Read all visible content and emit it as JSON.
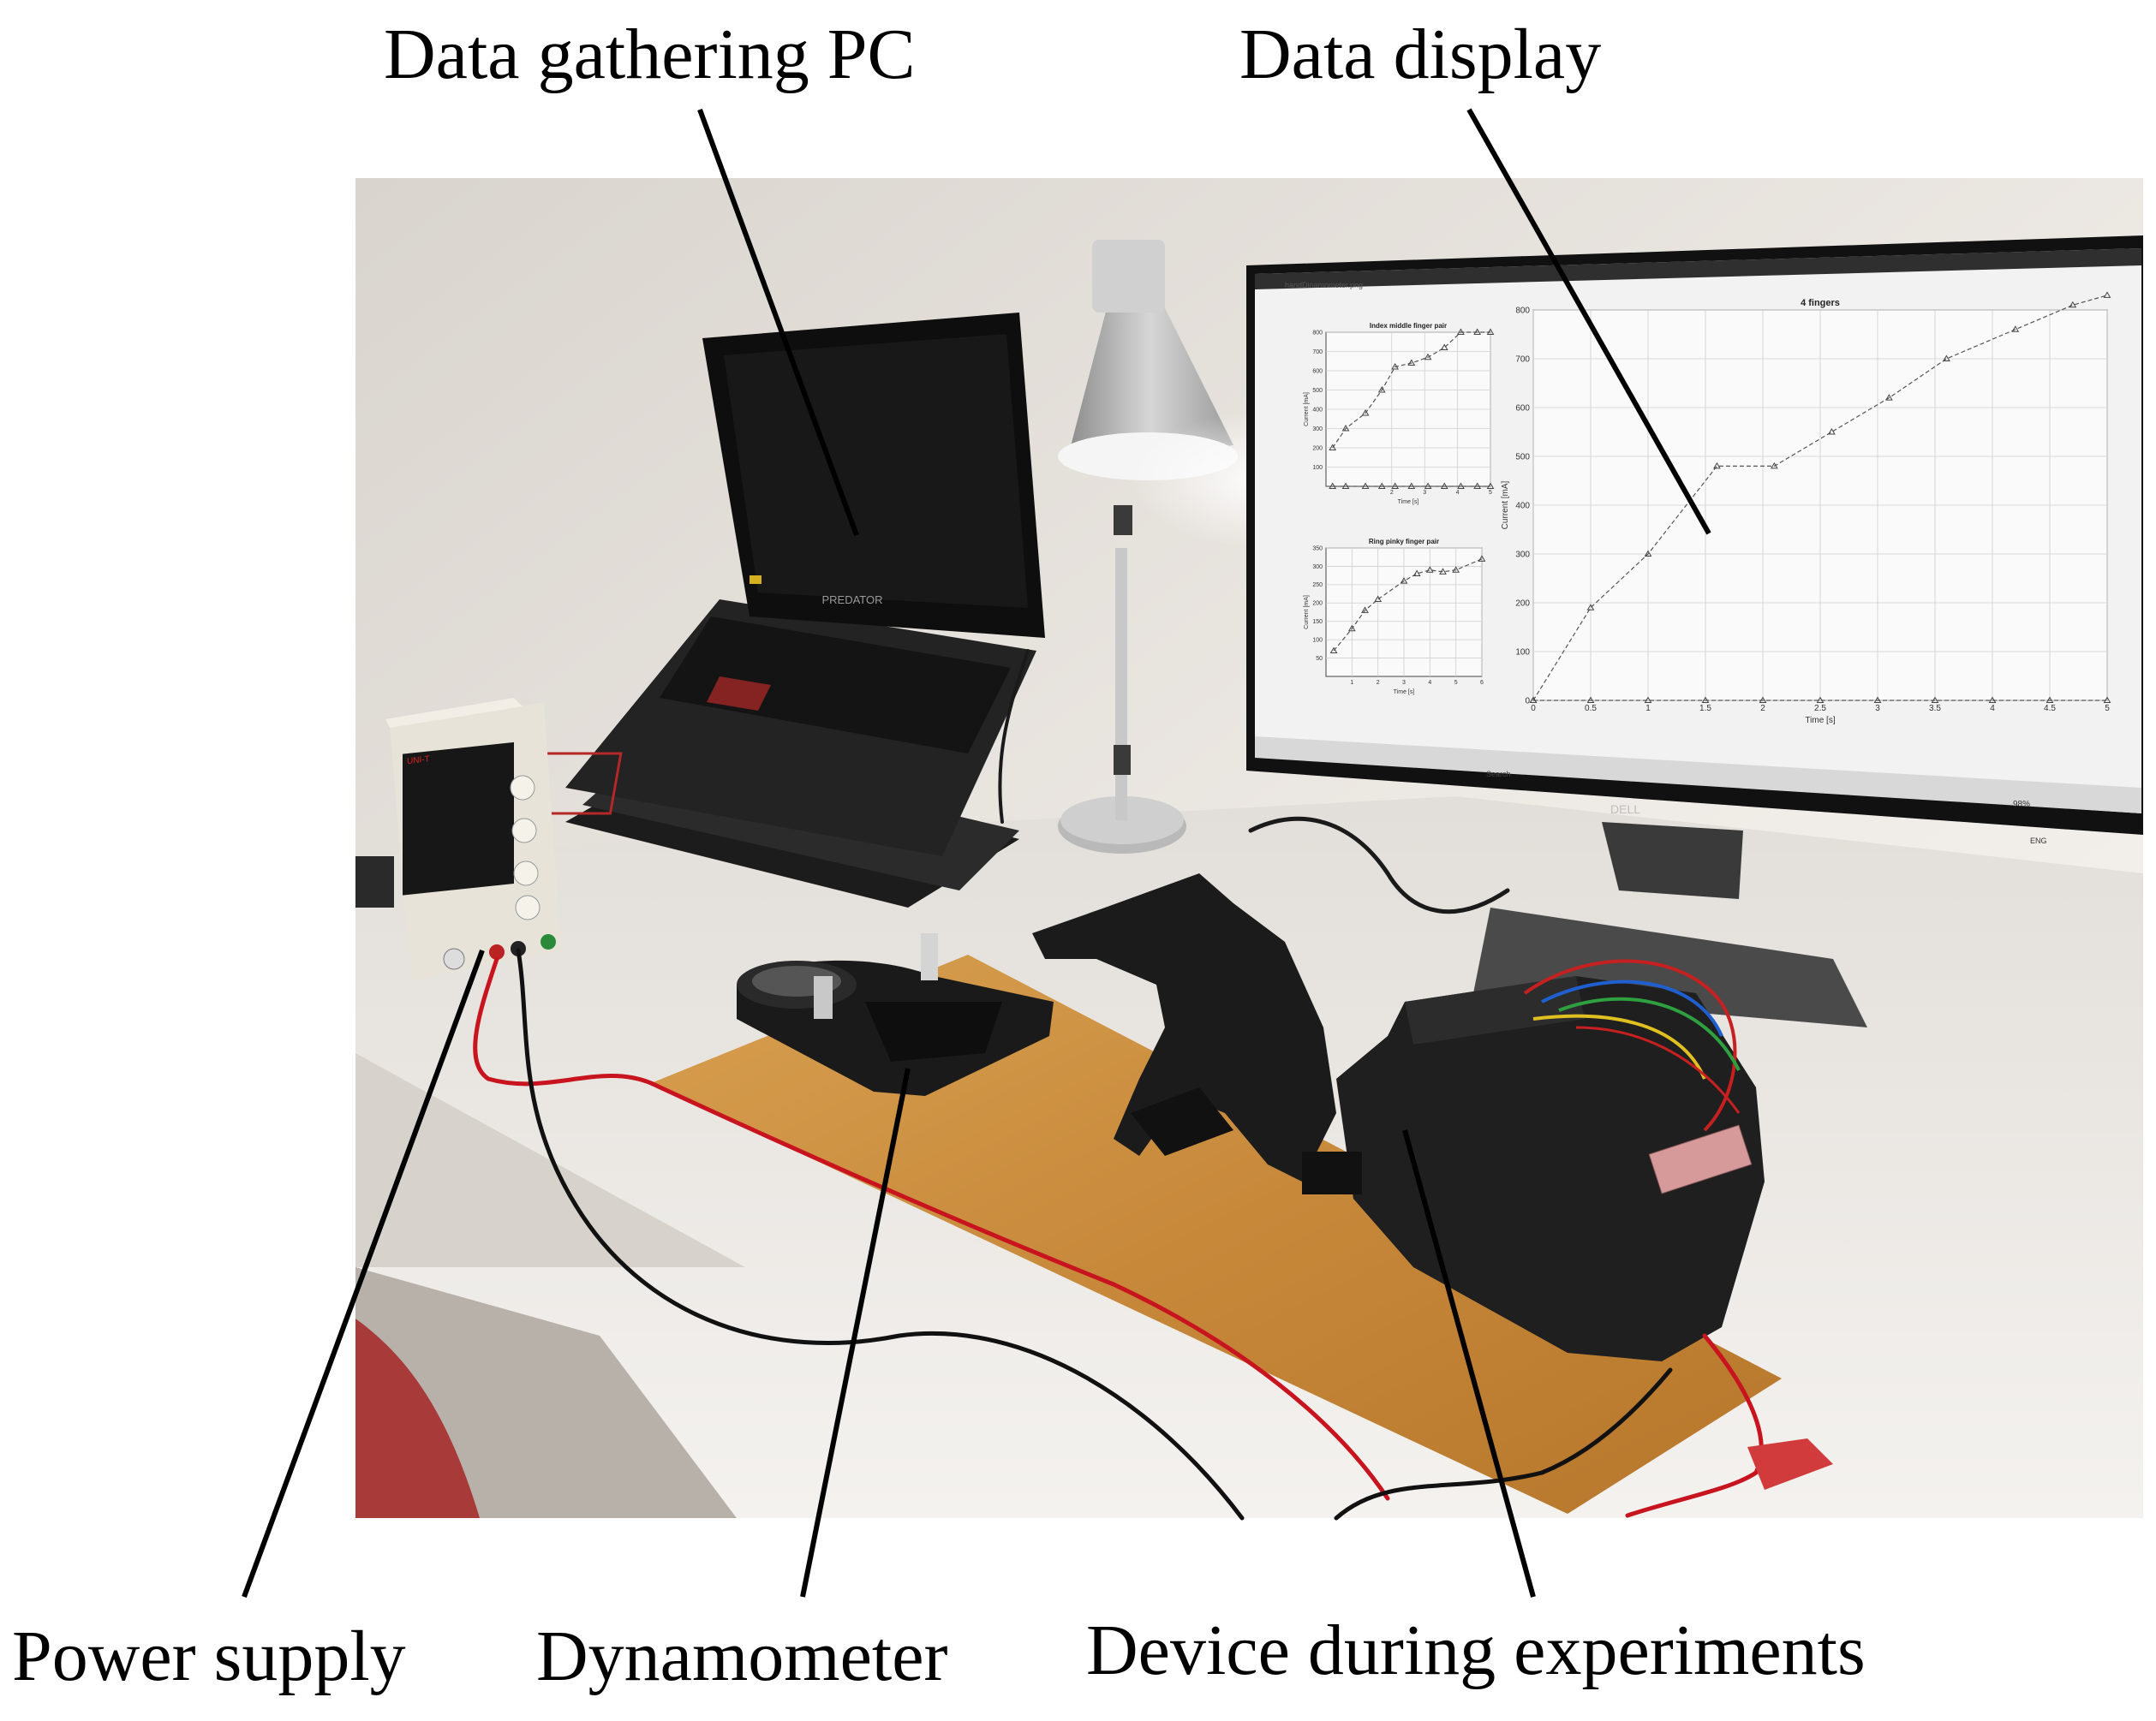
{
  "labels": {
    "pc": "Data gathering PC",
    "display": "Data display",
    "power": "Power supply",
    "dynamometer": "Dynamometer",
    "device": "Device during experiments"
  },
  "screen": {
    "file_name": "handDinamometer.png",
    "main_chart_title": "4 fingers",
    "main_xlabel": "Time [s]",
    "main_ylabel": "Current [mA]",
    "top_small_title": "Index middle finger pair",
    "bottom_small_title": "Ring pinky finger pair",
    "small_xlabel": "Time [s]",
    "small_ylabel": "Current [mA]",
    "zoom": "98%",
    "language": "ENG",
    "search": "Search",
    "brand": "DELL"
  },
  "laptop_brand": "PREDATOR",
  "psu_brand": "UNI-T",
  "colors": {
    "wire_red": "#c8141e",
    "wire_black": "#111111",
    "board": "#c98a3a",
    "desk": "#e9e6e1",
    "wall": "#efeae4"
  },
  "chart_data": [
    {
      "type": "line",
      "title": "4 fingers",
      "xlabel": "Time [s]",
      "ylabel": "Current [mA]",
      "xlim": [
        0,
        5
      ],
      "ylim": [
        0,
        800
      ],
      "x_ticks": [
        0,
        0.5,
        1,
        1.5,
        2,
        2.5,
        3,
        3.5,
        4,
        4.5,
        5
      ],
      "y_ticks": [
        0,
        100,
        200,
        300,
        400,
        500,
        600,
        700,
        800
      ],
      "series": [
        {
          "x": [
            0,
            0.5,
            1.0,
            1.6,
            2.1,
            2.6,
            3.1,
            3.6,
            4.2,
            4.7,
            5.0
          ],
          "y": [
            0,
            190,
            300,
            480,
            480,
            550,
            620,
            700,
            760,
            810,
            830
          ]
        },
        {
          "x": [
            0,
            0.5,
            1.0,
            1.5,
            2.0,
            2.5,
            3.0,
            3.5,
            4.0,
            4.5,
            5.0
          ],
          "y": [
            0,
            0,
            0,
            0,
            0,
            0,
            0,
            0,
            0,
            0,
            0
          ]
        }
      ]
    },
    {
      "type": "line",
      "title": "Index middle finger pair",
      "xlabel": "Time [s]",
      "ylabel": "Current [mA]",
      "xlim": [
        0,
        5
      ],
      "ylim": [
        0,
        800
      ],
      "x_ticks": [
        2,
        3,
        4,
        5
      ],
      "y_ticks": [
        100,
        200,
        300,
        400,
        500,
        600,
        700,
        800
      ],
      "series": [
        {
          "x": [
            0.2,
            0.6,
            1.2,
            1.7,
            2.1,
            2.6,
            3.1,
            3.6,
            4.1,
            4.6,
            5.0
          ],
          "y": [
            200,
            300,
            380,
            500,
            620,
            640,
            670,
            720,
            800,
            800,
            800
          ]
        },
        {
          "x": [
            0.2,
            0.6,
            1.2,
            1.7,
            2.1,
            2.6,
            3.1,
            3.6,
            4.1,
            4.6,
            5.0
          ],
          "y": [
            0,
            0,
            0,
            0,
            0,
            0,
            0,
            0,
            0,
            0,
            0
          ]
        }
      ]
    },
    {
      "type": "line",
      "title": "Ring pinky finger pair",
      "xlabel": "Time [s]",
      "ylabel": "Current [mA]",
      "xlim": [
        0,
        6
      ],
      "ylim": [
        0,
        350
      ],
      "x_ticks": [
        1,
        2,
        3,
        4,
        5,
        6
      ],
      "y_ticks": [
        50,
        100,
        150,
        200,
        250,
        300,
        350
      ],
      "series": [
        {
          "x": [
            0.3,
            1,
            1.5,
            2,
            3,
            3.5,
            4,
            4.5,
            5,
            6
          ],
          "y": [
            70,
            130,
            180,
            210,
            260,
            280,
            290,
            285,
            290,
            320
          ]
        }
      ]
    }
  ]
}
